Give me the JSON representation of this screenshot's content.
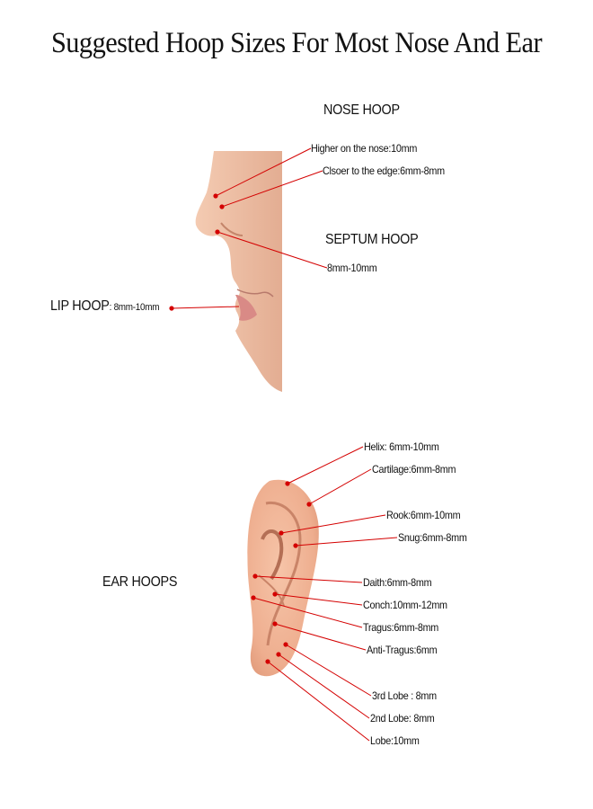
{
  "title": "Suggested Hoop Sizes For Most Nose And Ear",
  "nose": {
    "heading": "NOSE HOOP",
    "higher": "Higher on the nose:10mm",
    "closer": "Clsoer to the edge:6mm-8mm"
  },
  "septum": {
    "heading": "SEPTUM HOOP",
    "size": "8mm-10mm"
  },
  "lip": {
    "heading": "LIP HOOP",
    "size": ":  8mm-10mm"
  },
  "ear": {
    "heading": "EAR HOOPS",
    "labels": [
      "Helix: 6mm-10mm",
      "Cartilage:6mm-8mm",
      "Rook:6mm-10mm",
      "Snug:6mm-8mm",
      "Daith:6mm-8mm",
      "Conch:10mm-12mm",
      "Tragus:6mm-8mm",
      "Anti-Tragus:6mm",
      "3rd Lobe : 8mm",
      "2nd Lobe: 8mm",
      "Lobe:10mm"
    ]
  },
  "colors": {
    "marker": "#d40000",
    "skin": "#f0c2a6",
    "skin_shadow": "#d99a7c",
    "lip": "#d98a86"
  }
}
